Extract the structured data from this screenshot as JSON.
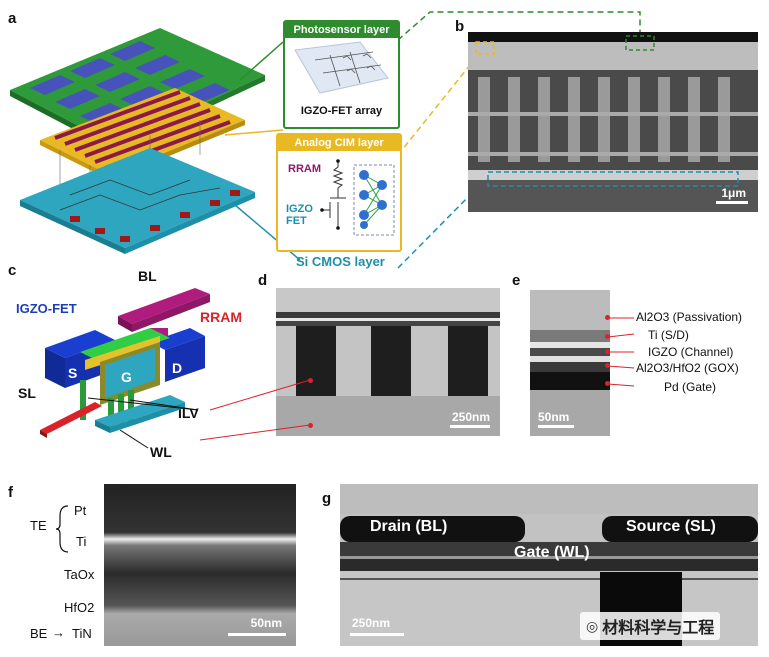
{
  "panels": {
    "a": "a",
    "b": "b",
    "c": "c",
    "d": "d",
    "e": "e",
    "f": "f",
    "g": "g"
  },
  "panel_a": {
    "photosensor_layer": "Photosensor layer",
    "array_caption": "IGZO-FET array",
    "analog_cim_layer": "Analog CIM layer",
    "rram": "RRAM",
    "igzo_fet": "IGZO\nFET",
    "si_cmos_layer": "Si CMOS layer",
    "colors": {
      "green": "#2e8b2e",
      "yellow": "#e8b923",
      "teal": "#1e8fa8"
    }
  },
  "panel_b": {
    "scale": "1μm"
  },
  "panel_c": {
    "bl": "BL",
    "igzo_fet": "IGZO-FET",
    "rram": "RRAM",
    "s": "S",
    "g": "G",
    "d": "D",
    "sl": "SL",
    "ilv": "ILV",
    "wl": "WL"
  },
  "panel_d": {
    "scale": "250nm"
  },
  "panel_e": {
    "scale": "50nm",
    "layers": [
      "Al2O3 (Passivation)",
      "Ti (S/D)",
      "IGZO (Channel)",
      "Al2O3/HfO2 (GOX)",
      "Pd (Gate)"
    ]
  },
  "panel_f": {
    "te": "TE",
    "pt": "Pt",
    "ti": "Ti",
    "taox": "TaOx",
    "hfo2": "HfO2",
    "be": "BE",
    "tin": "TiN",
    "scale": "50nm"
  },
  "panel_g": {
    "drain": "Drain (BL)",
    "source": "Source (SL)",
    "gate": "Gate (WL)",
    "scale": "250nm",
    "watermark": "材料科学与工程"
  }
}
